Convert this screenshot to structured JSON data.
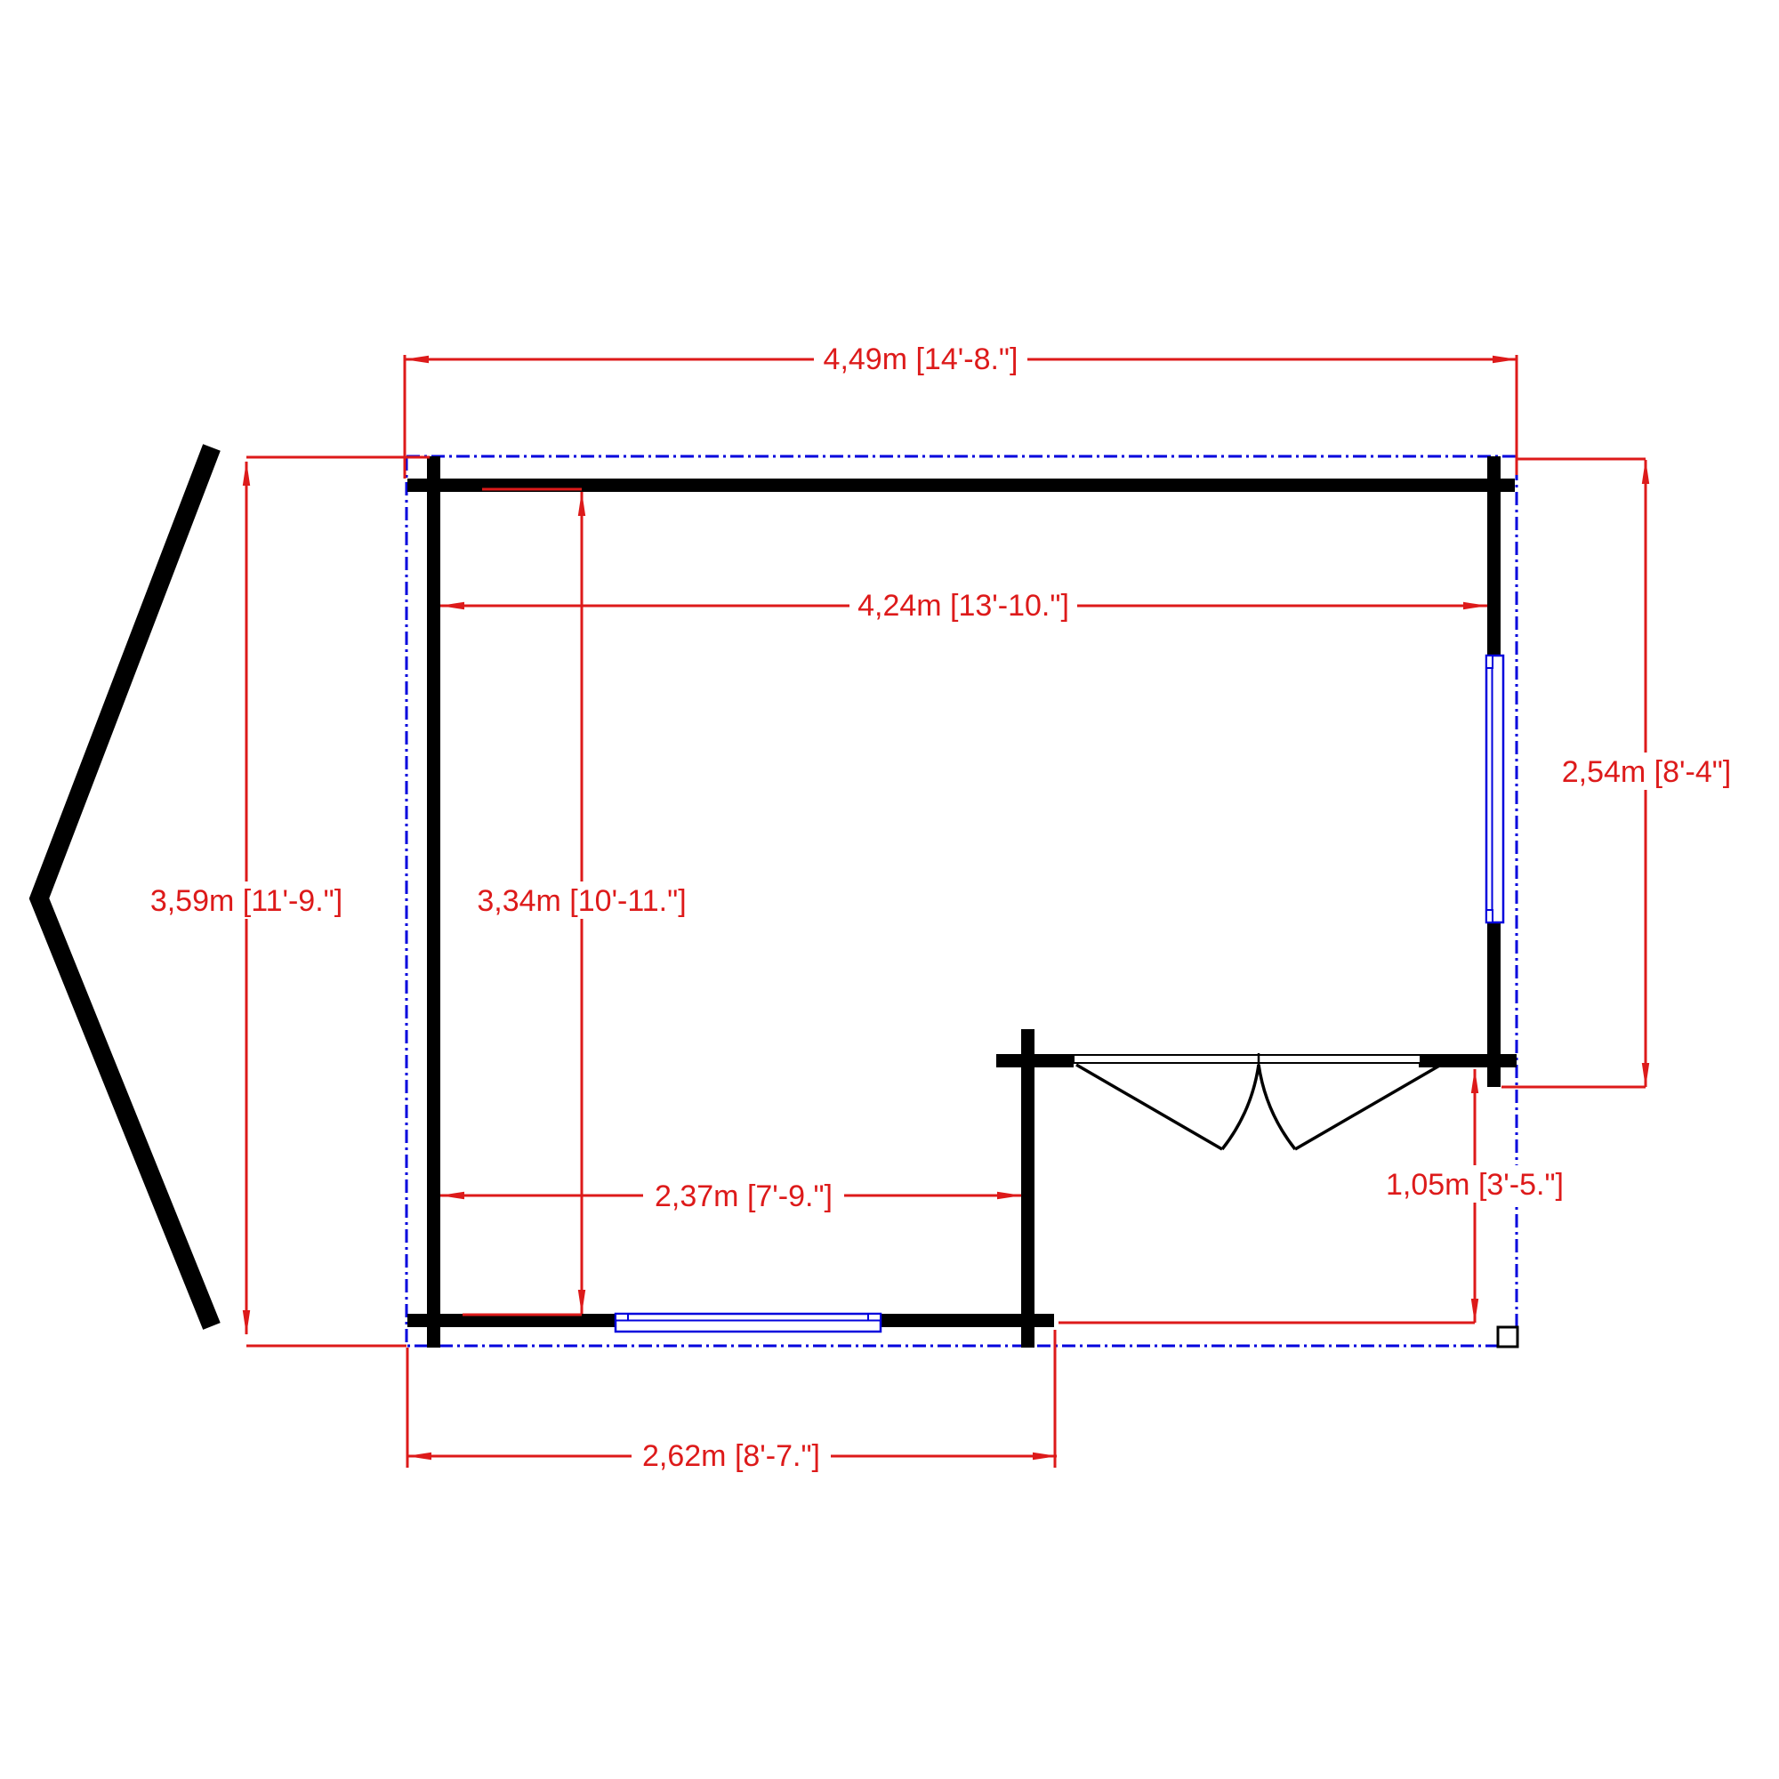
{
  "drawing": {
    "type": "floor-plan",
    "colors": {
      "dimension_red": "#dd1a1a",
      "overhang_blue": "#0202dd",
      "window_blue": "#0202dd",
      "wall_black": "#000000",
      "background": "#ffffff"
    },
    "dimensions": {
      "overall_width": {
        "metric": "4,49m",
        "imperial": "[14'-8.\"]",
        "label": "4,49m  [14'-8.\"]"
      },
      "inner_width": {
        "metric": "4,24m",
        "imperial": "[13'-10.\"]",
        "label": "4,24m  [13'-10.\"]"
      },
      "overall_depth": {
        "metric": "3,59m",
        "imperial": "[11'-9.\"]",
        "label": "3,59m  [11'-9.\"]"
      },
      "inner_depth": {
        "metric": "3,34m",
        "imperial": "[10'-11.\"]",
        "label": "3,34m  [10'-11.\"]"
      },
      "right_opening": {
        "metric": "2,54m",
        "imperial": "[8'-4\"]",
        "label": "2,54m  [8'-4\"]"
      },
      "room_width": {
        "metric": "2,37m",
        "imperial": "[7'-9.\"]",
        "label": "2,37m  [7'-9.\"]"
      },
      "porch_depth": {
        "metric": "1,05m",
        "imperial": "[3'-5.\"]",
        "label": "1,05m  [3'-5.\"]"
      },
      "bottom_width": {
        "metric": "2,62m",
        "imperial": "[8'-7.\"]",
        "label": "2,62m  [8'-7.\"]"
      }
    }
  }
}
